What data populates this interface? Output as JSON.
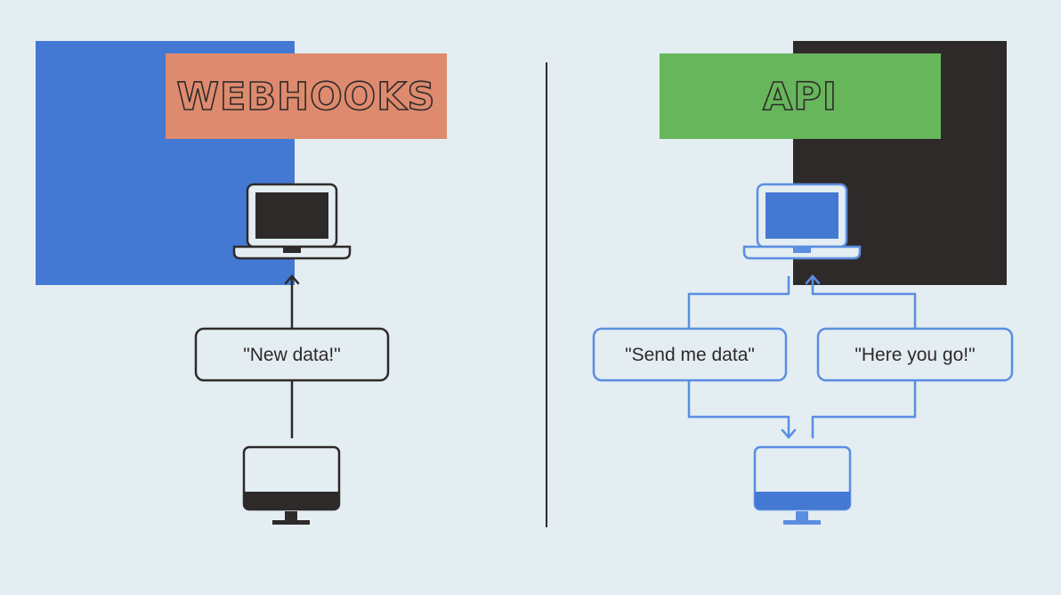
{
  "colors": {
    "background": "#e3edf2",
    "webhooks_blue": "#4479d3",
    "webhooks_label_bg": "#de8a6e",
    "api_dark": "#2f2a2a",
    "api_label_bg": "#67b65c",
    "outline_dark": "#2f2a2a",
    "outline_blue": "#5b8ee0"
  },
  "webhooks": {
    "title": "WEBHOOKS",
    "message": "\"New data!\""
  },
  "api": {
    "title": "API",
    "request_message": "\"Send me data\"",
    "response_message": "\"Here you go!\""
  }
}
